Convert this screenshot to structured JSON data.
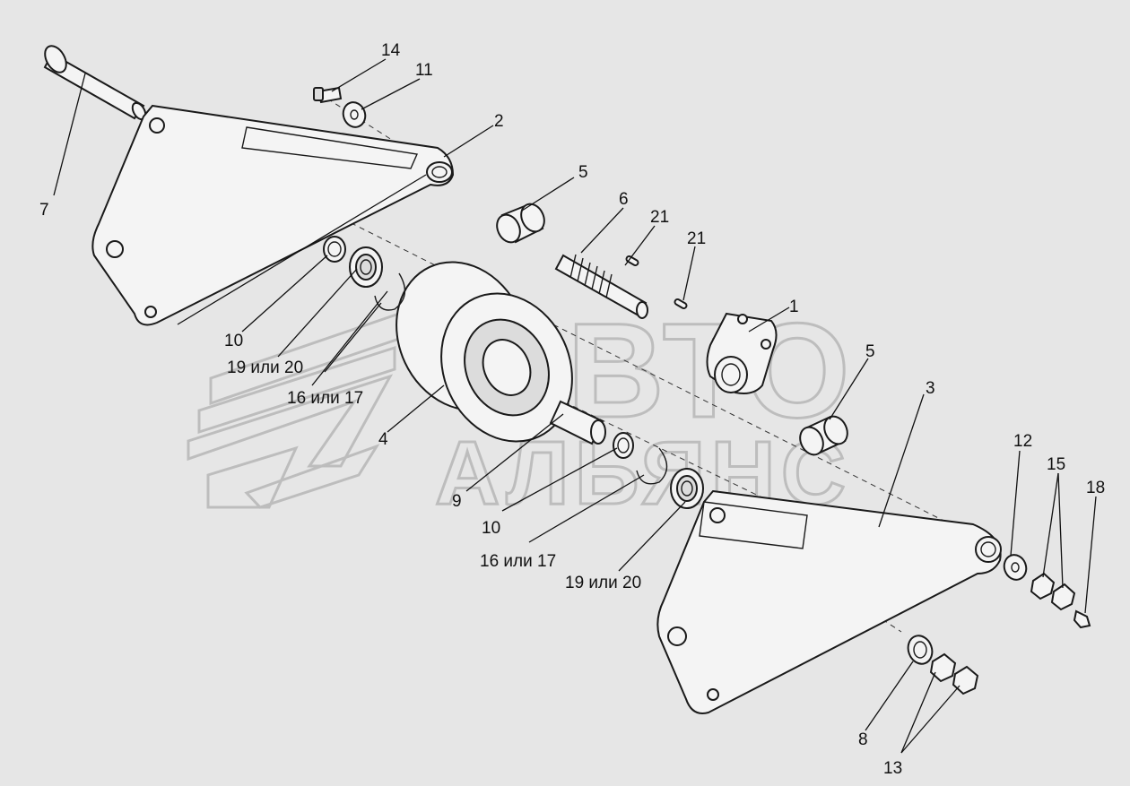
{
  "watermark": {
    "line1": "АВТО",
    "line2": "АЛЬЯНС"
  },
  "labels": {
    "l1": "1",
    "l2": "2",
    "l3": "3",
    "l4": "4",
    "l5a": "5",
    "l5b": "5",
    "l6": "6",
    "l7": "7",
    "l8": "8",
    "l9": "9",
    "l10a": "10",
    "l10b": "10",
    "l11": "11",
    "l12": "12",
    "l13": "13",
    "l14": "14",
    "l15": "15",
    "l16a": "16 или 17",
    "l16b": "16 или 17",
    "l18": "18",
    "l19a": "19 или 20",
    "l19b": "19 или 20",
    "l21a": "21",
    "l21b": "21"
  }
}
